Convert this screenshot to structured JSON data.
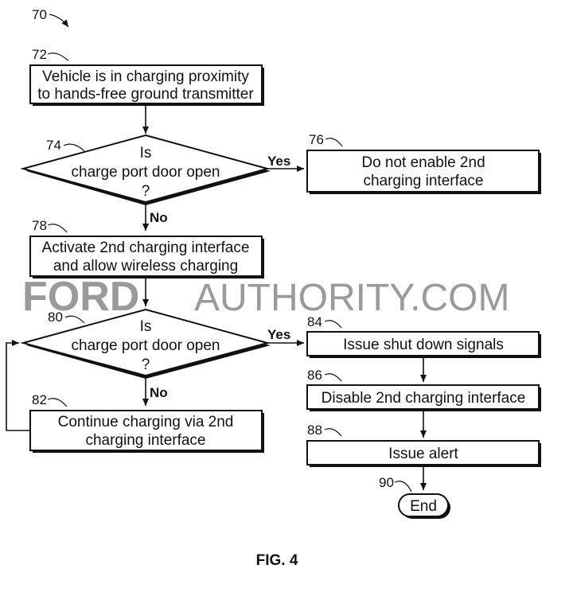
{
  "figure": {
    "id": "70",
    "caption": "FIG. 4"
  },
  "watermark": {
    "brand": "FORD",
    "rest": "AUTHORITY.COM"
  },
  "nodes": {
    "n72": {
      "ref": "72",
      "lines": [
        "Vehicle is in charging proximity",
        "to hands-free ground transmitter"
      ]
    },
    "n74": {
      "ref": "74",
      "lines": [
        "Is",
        "charge port door open",
        "?"
      ]
    },
    "n76": {
      "ref": "76",
      "lines": [
        "Do not enable 2nd",
        "charging interface"
      ]
    },
    "n78": {
      "ref": "78",
      "lines": [
        "Activate 2nd charging interface",
        "and allow wireless charging"
      ]
    },
    "n80": {
      "ref": "80",
      "lines": [
        "Is",
        "charge port door open",
        "?"
      ]
    },
    "n82": {
      "ref": "82",
      "lines": [
        "Continue charging via 2nd",
        "charging interface"
      ]
    },
    "n84": {
      "ref": "84",
      "lines": [
        "Issue shut down signals"
      ]
    },
    "n86": {
      "ref": "86",
      "lines": [
        "Disable 2nd charging interface"
      ]
    },
    "n88": {
      "ref": "88",
      "lines": [
        "Issue alert"
      ]
    },
    "n90": {
      "ref": "90",
      "lines": [
        "End"
      ]
    }
  },
  "edges": {
    "yes_74": "Yes",
    "no_74": "No",
    "yes_80": "Yes",
    "no_80": "No"
  }
}
